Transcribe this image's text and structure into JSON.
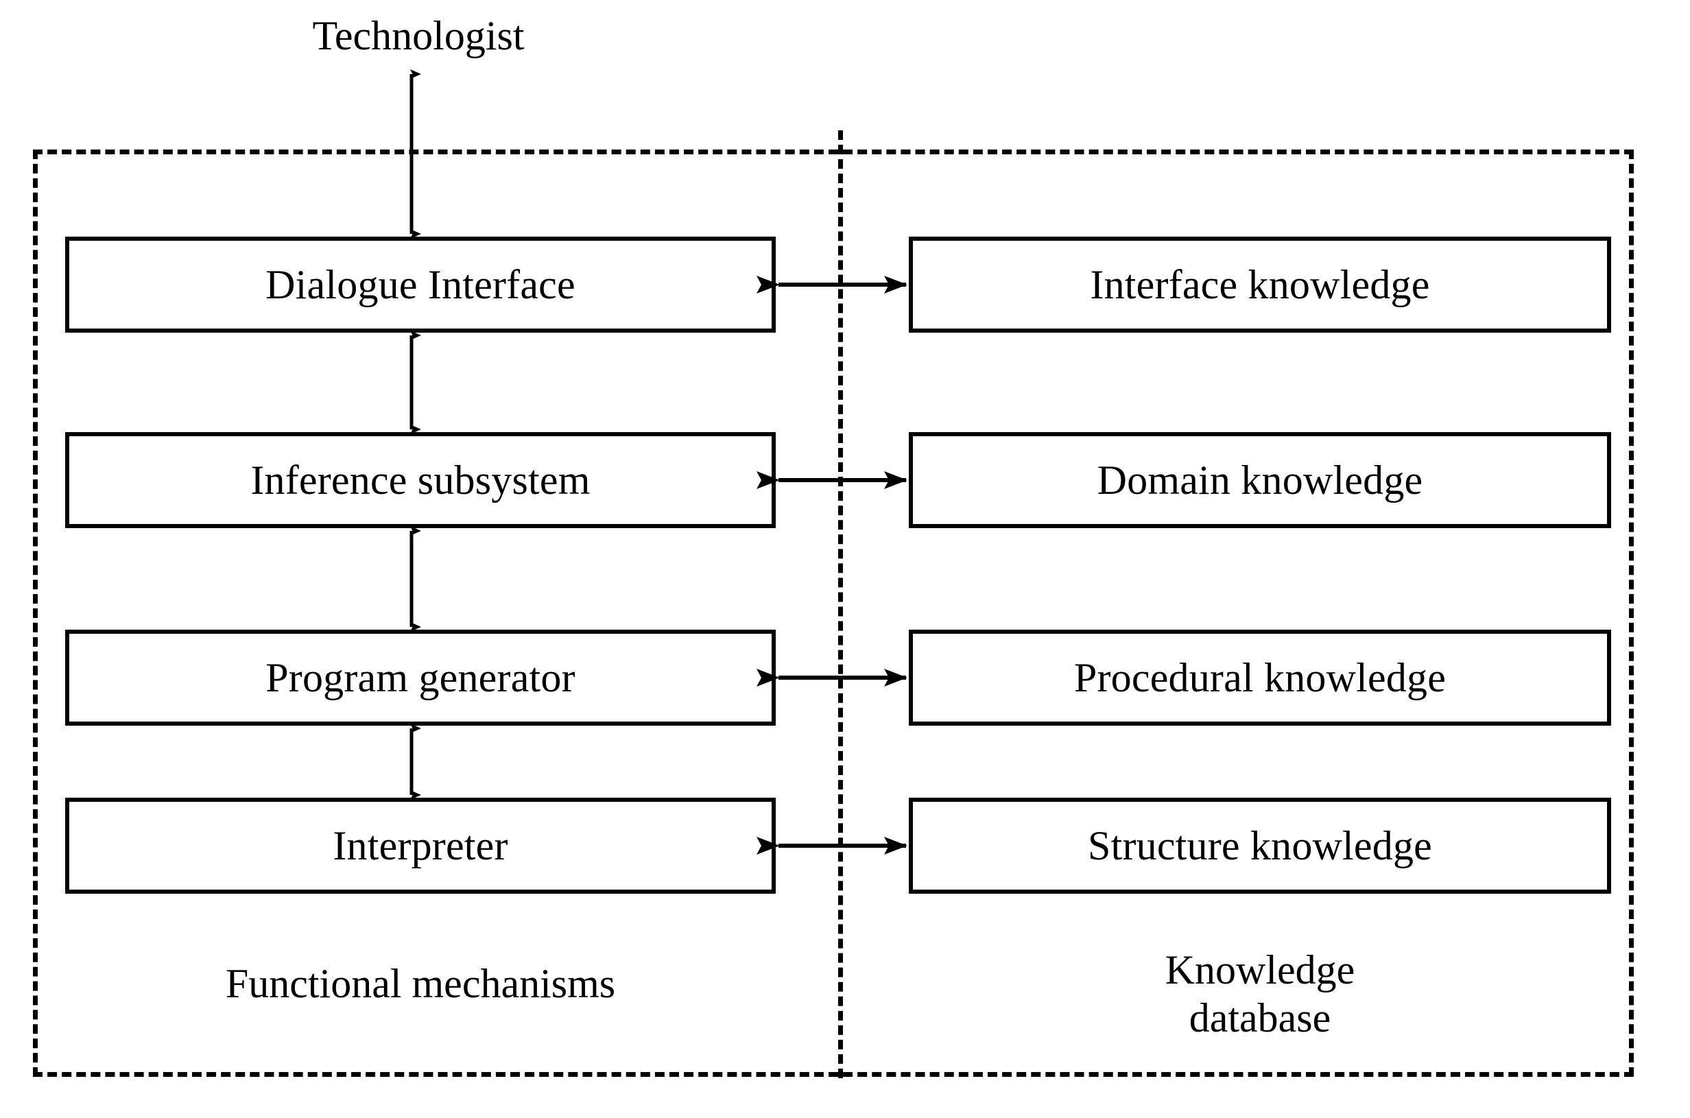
{
  "diagram": {
    "title": "Expert system architecture block diagram",
    "external_actor": {
      "label": "Technologist"
    },
    "sections": [
      {
        "id": "functional-mechanisms",
        "caption": "Functional mechanisms"
      },
      {
        "id": "knowledge-database",
        "caption": "Knowledge\ndatabase"
      }
    ],
    "functional_mechanisms": [
      {
        "label": "Dialogue Interface"
      },
      {
        "label": "Inference subsystem"
      },
      {
        "label": "Program generator"
      },
      {
        "label": "Interpreter"
      }
    ],
    "knowledge_database": [
      {
        "label": "Interface knowledge"
      },
      {
        "label": "Domain knowledge"
      },
      {
        "label": "Procedural knowledge"
      },
      {
        "label": "Structure knowledge"
      }
    ],
    "connections": {
      "actor_to_dialogue": "double-headed-vertical-arrow",
      "between_mechanisms": [
        "Dialogue Interface <-> Inference subsystem",
        "Inference subsystem <-> Program generator",
        "Program generator <-> Interpreter"
      ],
      "mechanism_to_knowledge": [
        "Dialogue Interface <-> Interface knowledge",
        "Inference subsystem <-> Domain knowledge",
        "Program generator <-> Procedural knowledge",
        "Interpreter <-> Structure knowledge"
      ]
    },
    "colors": {
      "stroke": "#000000",
      "fill": "#ffffff",
      "background": "#ffffff"
    }
  }
}
